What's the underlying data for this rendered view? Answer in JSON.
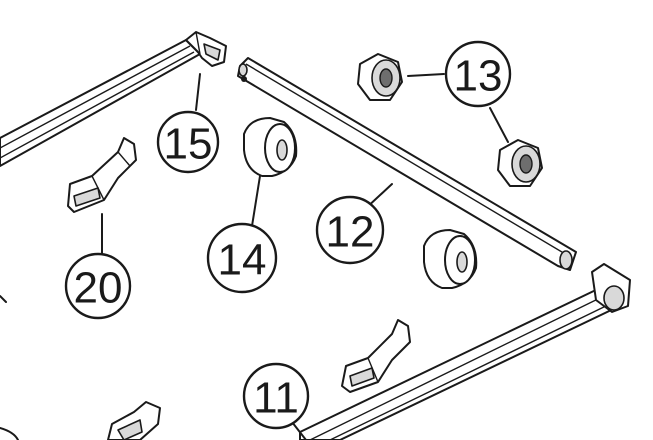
{
  "callouts": {
    "c11": {
      "label": "11"
    },
    "c12": {
      "label": "12"
    },
    "c13": {
      "label": "13"
    },
    "c14": {
      "label": "14",
      "highlight": "#f5e61e"
    },
    "c15": {
      "label": "15"
    },
    "c20": {
      "label": "20"
    }
  },
  "colors": {
    "line": "#1a1a1a",
    "highlight": "#f5e61e",
    "background": "#ffffff"
  }
}
